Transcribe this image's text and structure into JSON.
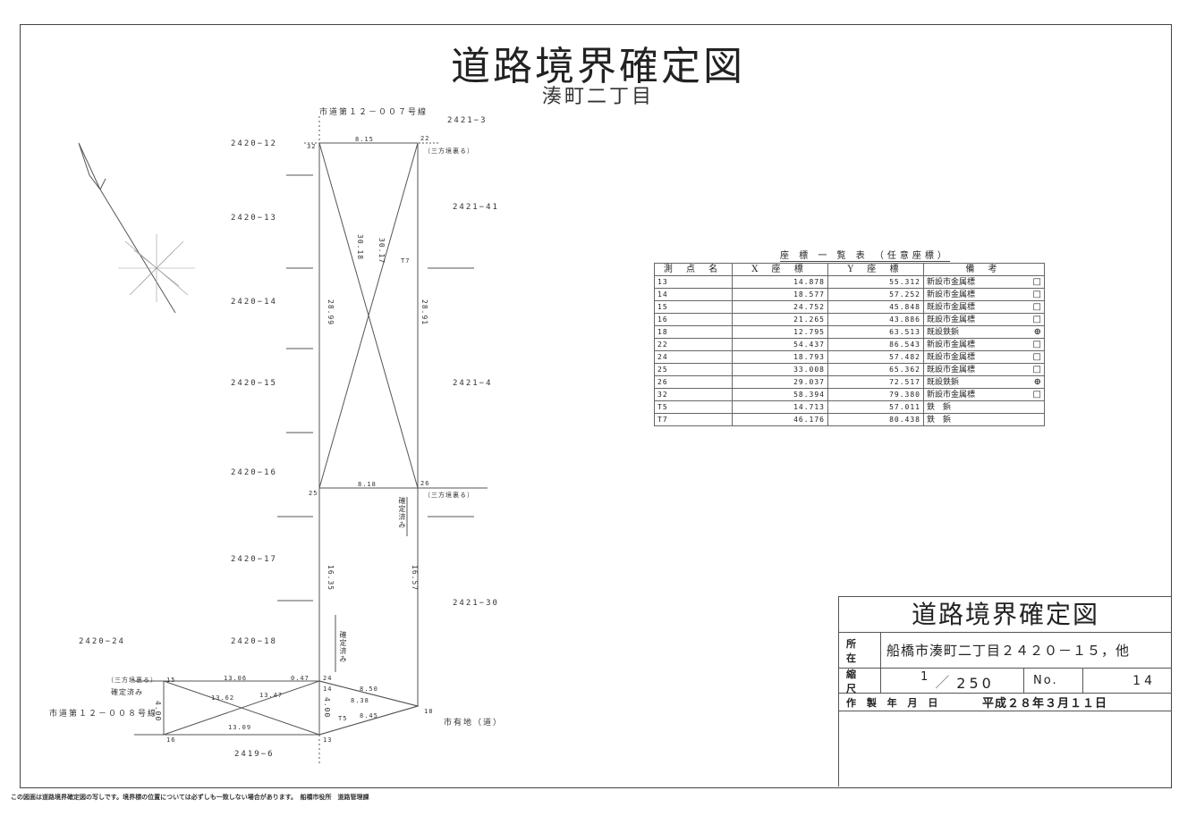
{
  "title": "道路境界確定図",
  "subtitle": "湊町二丁目",
  "parcel_labels": {
    "road_top": "市道第１２－００７号線",
    "road_bottom": "市道第１２－００８号線",
    "city_land": "市有地（道）",
    "l1": "2420−12",
    "l2": "2420−13",
    "l3": "2420−14",
    "l4": "2420−15",
    "l5": "2420−16",
    "l6": "2420−17",
    "l7": "2420−18",
    "l8": "2420−24",
    "r1": "2421−3",
    "r2": "2421−41",
    "r3": "2421−4",
    "r4": "2421−30",
    "b1": "2419−6"
  },
  "plan_notes": {
    "three_way_1": "（三方境裏る）",
    "three_way_2": "（三方境裏る）",
    "three_way_3": "（三方境裏る）",
    "confirmed_1": "確定済み",
    "confirmed_2": "確定済み",
    "confirmed_3": "確定済み"
  },
  "points": {
    "p32": "32",
    "p22": "22",
    "p25": "25",
    "p26": "26",
    "p15": "15",
    "p24": "24",
    "p14": "14",
    "p18": "18",
    "p16": "16",
    "p13": "13",
    "pT5": "T5",
    "pT7": "T7"
  },
  "dimensions": {
    "top_width": "8.15",
    "mid_width": "8.18",
    "left_upper": "28.99",
    "right_upper": "28.91",
    "diag_a": "30.18",
    "diag_b": "30.17",
    "left_lower": "16.35",
    "right_lower": "16.57",
    "b_top_a": "13.06",
    "b_top_b": "0.47",
    "b_bottom": "13.09",
    "b_left": "4.00",
    "b_diag_a": "13.62",
    "b_diag_b": "13.47",
    "b_r1": "8.50",
    "b_r2": "8.38",
    "b_r3": "4.00",
    "b_r4": "8.45"
  },
  "coord_table": {
    "caption": "座 標 一 覧 表 （任意座標）",
    "headers": [
      "測 点 名",
      "X 座 標",
      "Y 座 標",
      "備 考"
    ],
    "rows": [
      [
        "13",
        "14.878",
        "55.312",
        "新設市金属標",
        "□"
      ],
      [
        "14",
        "18.577",
        "57.252",
        "新設市金属標",
        "□"
      ],
      [
        "15",
        "24.752",
        "45.848",
        "既設市金属標",
        "□"
      ],
      [
        "16",
        "21.265",
        "43.886",
        "既設市金属標",
        "□"
      ],
      [
        "18",
        "12.795",
        "63.513",
        "既設鉄鋲",
        "⊕"
      ],
      [
        "22",
        "54.437",
        "86.543",
        "新設市金属標",
        "□"
      ],
      [
        "24",
        "18.793",
        "57.482",
        "既設市金属標",
        "□"
      ],
      [
        "25",
        "33.008",
        "65.362",
        "既設市金属標",
        "□"
      ],
      [
        "26",
        "29.037",
        "72.517",
        "既設鉄鋲",
        "⊕"
      ],
      [
        "32",
        "58.394",
        "79.380",
        "新設市金属標",
        "□"
      ],
      [
        "T5",
        "14.713",
        "57.011",
        "鉄　鋲",
        ""
      ],
      [
        "T7",
        "46.176",
        "80.438",
        "鉄　鋲",
        ""
      ]
    ]
  },
  "title_block": {
    "heading": "道路境界確定図",
    "location_label": "所 在",
    "location_value": "船橋市湊町二丁目２４２０－１５，他",
    "scale_label": "縮 尺",
    "scale_num": "1",
    "scale_den": "250",
    "no_label": "No.",
    "no_value": "14",
    "date_label": "作 製 年 月 日",
    "date_value": "平成２８年３月１１日"
  },
  "footnote": "この図面は道路境界確定図の写しです。境界標の位置については必ずしも一致しない場合があります。　船橋市役所　道路管理課"
}
